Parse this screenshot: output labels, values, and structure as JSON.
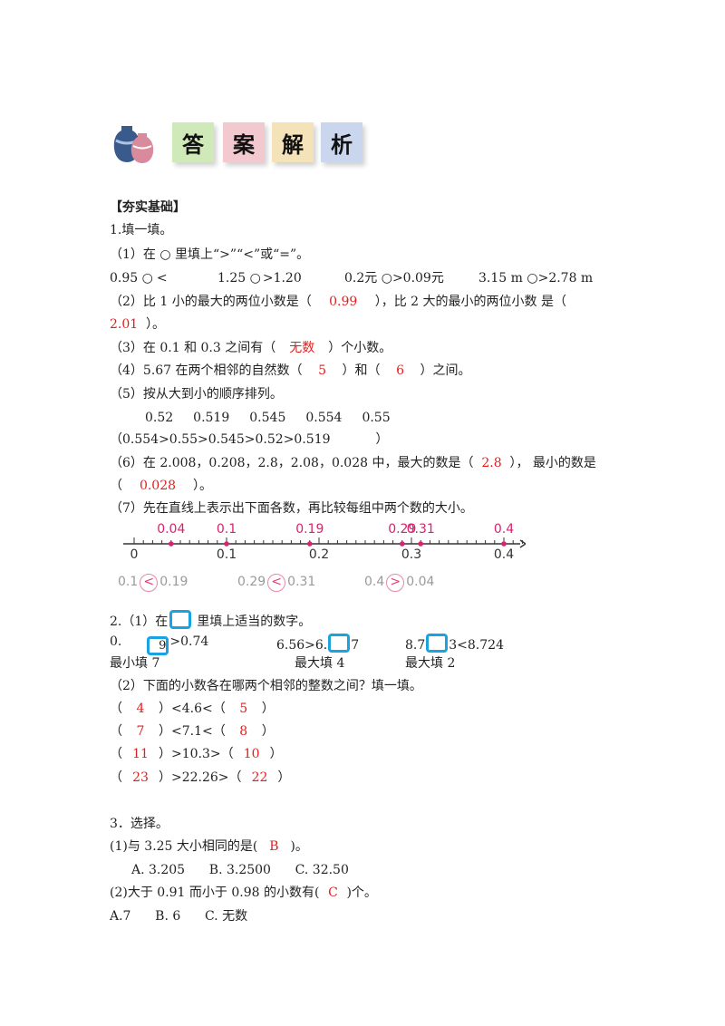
{
  "banner": {
    "chars": [
      "答",
      "案",
      "解",
      "析"
    ],
    "tile_colors": [
      "#cfe9b8",
      "#f2c9cf",
      "#f4e2b8",
      "#c9d6ee"
    ]
  },
  "section_title": "【夯实基础】",
  "q1": {
    "title": "1.填一填。",
    "p1_instr": "（1）在 ○ 里填上“>”“<”或“=”。",
    "p1_items": [
      "0.95 ○",
      "1.25 ○",
      "0.2元 ○",
      "0.09元",
      "3.15 m ○",
      "2.78 m"
    ],
    "p1_answers": [
      "<",
      ">",
      ">",
      ">"
    ],
    "p1_tails": [
      "1.20"
    ],
    "p2_line1": "（2）比 1 小的最大的两位小数是（",
    "p2_ans1": "0.99",
    "p2_mid": "），比 2 大的最小的两位小数  是（",
    "p2_ans2": "2.01",
    "p2_end": "）。",
    "p3_pre": "（3）在 0.1 和 0.3 之间有（",
    "p3_ans": "无数",
    "p3_post": "）个小数。",
    "p4_pre": "（4）5.67 在两个相邻的自然数（",
    "p4_ans1": "5",
    "p4_mid": "）和（",
    "p4_ans2": "6",
    "p4_post": "）之间。",
    "p5_instr": "（5）按从大到小的顺序排列。",
    "p5_nums": [
      "0.52",
      "0.519",
      "0.545",
      "0.554",
      "0.55"
    ],
    "p5_answer_open": "（",
    "p5_answer": "0.554>0.55>0.545>0.52>0.519",
    "p5_answer_close": "）",
    "p6_pre": "（6）在 2.008，0.208，2.8，2.08，0.028 中，最大的数是（",
    "p6_ans1": "2.8",
    "p6_mid": "），    最小的数是",
    "p6_open": "（",
    "p6_ans2": "0.028",
    "p6_close": "）。",
    "p7_instr": "（7）先在直线上表示出下面各数，再比较每组中两个数的大小。",
    "numberline": {
      "ticks": [
        "0",
        "0.1",
        "0.2",
        "0.3",
        "0.4"
      ],
      "points": [
        "0.04",
        "0.1",
        "0.19",
        "0.29",
        "0.31",
        "0.4"
      ],
      "point_values": [
        0.04,
        0.1,
        0.19,
        0.29,
        0.31,
        0.4
      ]
    },
    "p7_compare": [
      {
        "left": "0.1",
        "sign": "<",
        "right": "0.19"
      },
      {
        "left": "0.29",
        "sign": "<",
        "right": "0.31"
      },
      {
        "left": "0.4",
        "sign": ">",
        "right": "0.04"
      }
    ]
  },
  "q2": {
    "title_pre": "2.（1）在",
    "title_post": "里填上适当的数字。",
    "items": [
      {
        "pre": "0.",
        "box": "9",
        "post": ">0.74",
        "note": "最小填 7"
      },
      {
        "pre": "6.56>6.",
        "box": "",
        "post": "7",
        "note": "最大填 4"
      },
      {
        "pre": "8.7",
        "box": "",
        "post": "3<8.724",
        "note": "最大填 2"
      }
    ],
    "p2_instr": "（2）下面的小数各在哪两个相邻的整数之间？填一填。",
    "rows": [
      {
        "a": "4",
        "mid": "）<4.6<（",
        "b": "5"
      },
      {
        "a": "7",
        "mid": "）<7.1<（",
        "b": "8"
      },
      {
        "a": "11",
        "mid": "）>10.3>（",
        "b": "10"
      },
      {
        "a": "23",
        "mid": "）>22.26>（",
        "b": "22"
      }
    ]
  },
  "q3": {
    "title": "3．选择。",
    "s1_pre": "(1)与 3.25 大小相同的是(",
    "s1_ans": "B",
    "s1_post": ")。",
    "s1_options": "A. 3.205      B. 3.2500      C. 32.50",
    "s2_pre": "(2)大于 0.91 而小于 0.98 的小数有(",
    "s2_ans": "C",
    "s2_post": ")个。",
    "s2_options": "A.7      B. 6      C. 无数"
  }
}
